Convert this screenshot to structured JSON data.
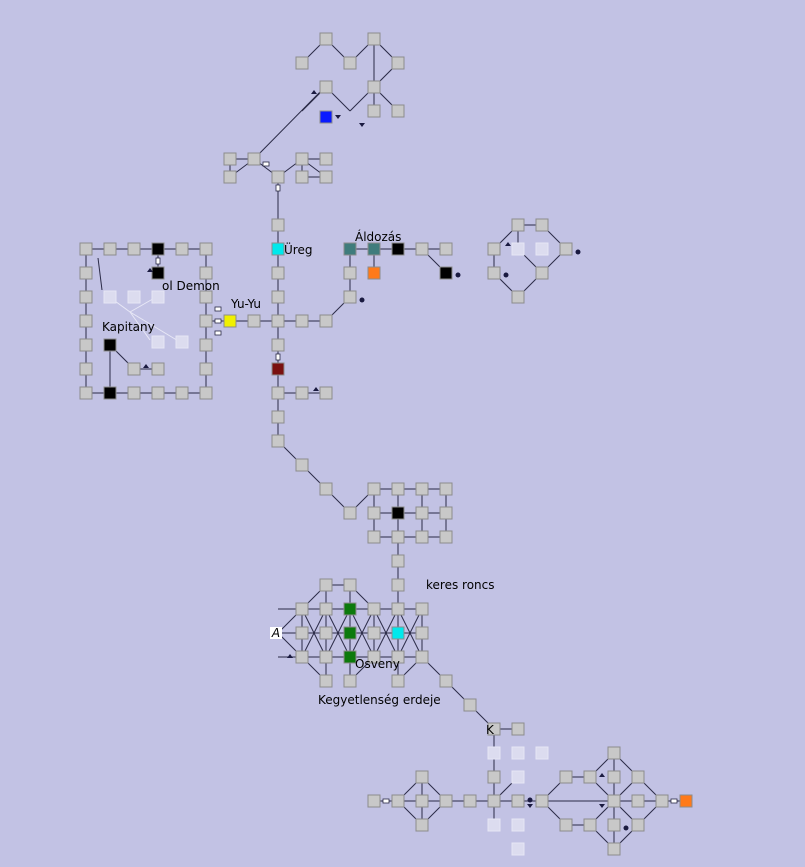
{
  "labels": {
    "ureg": "Üreg",
    "aldozas": "Áldozás",
    "ol_demon": "ol Demon",
    "yu_yu": "Yu-Yu",
    "kapitany": "Kapitany",
    "keres_roncs": "keres roncs",
    "osveny": "Osveny",
    "kegyetlenseg": "Kegyetlenség erdeje",
    "k_marker": "K",
    "a_marker": "A"
  },
  "colors": {
    "background": "#c2c2e4",
    "room": "#c8c8c8",
    "room_border": "#8c8c8c",
    "room_faded": "#dcdcef",
    "link": "#2a2a46",
    "cyan": "#00e8ec",
    "yellow": "#f0f000",
    "black": "#000000",
    "blue": "#0a1aff",
    "orange": "#ff7a1a",
    "teal": "#3f7c7c",
    "dark_red": "#7a1010",
    "green": "#0c7a0c"
  },
  "icons": [
    "up-arrow-icon",
    "down-arrow-icon",
    "door-icon",
    "dot-marker-icon"
  ]
}
